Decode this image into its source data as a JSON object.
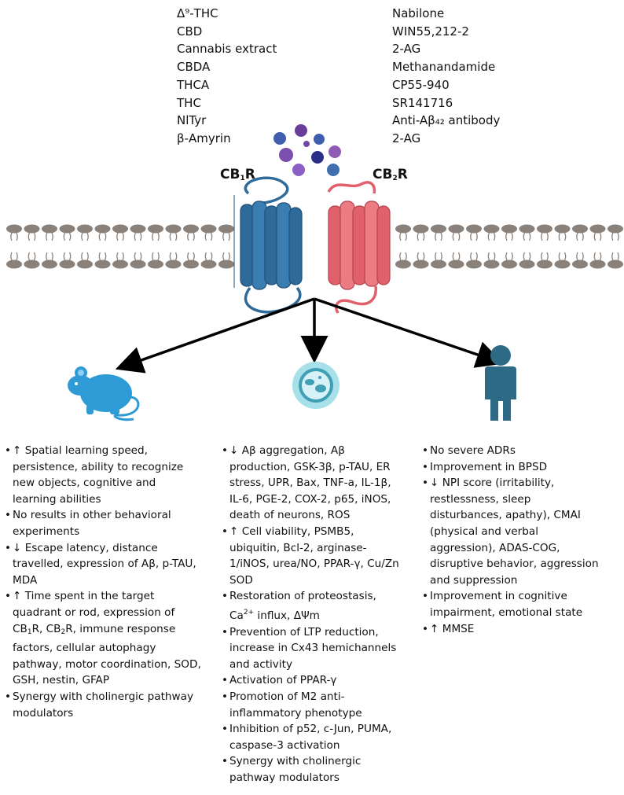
{
  "ligands_left": [
    "Δ⁹-THC",
    "CBD",
    "Cannabis extract",
    "CBDA",
    "THCA",
    "THC",
    "NlTyr",
    "β-Amyrin"
  ],
  "ligands_right": [
    "Nabilone",
    "WIN55,212-2",
    "2-AG",
    "Methanandamide",
    "CP55-940",
    "SR141716",
    "Anti-Aβ₄₂ antibody",
    "2-AG"
  ],
  "receptors": {
    "cb1": {
      "base": "CB",
      "sub": "1",
      "tail": "R"
    },
    "cb2": {
      "base": "CB",
      "sub": "2",
      "tail": "R"
    }
  },
  "colors": {
    "cb1": "#2f6b9a",
    "cb2": "#e0606b",
    "membrane": "#8a817a",
    "mouse": "#2e9bd6",
    "cell": "#88d6e6",
    "human": "#2c6a85"
  },
  "icons": [
    "mouse-icon",
    "cell-icon",
    "person-icon"
  ],
  "columns": {
    "animal": [
      [
        "↑ Spatial learning speed, persistence, ability to recognize new objects, cognitive and learning abilities"
      ],
      [
        "No results in other behavioral experiments"
      ],
      [
        "↓ Escape latency, distance travelled, expression of Aβ, p-TAU, MDA"
      ],
      [
        "↑ Time spent in the target quadrant or rod, expression of CB",
        {
          "sub": "1"
        },
        "R, CB",
        {
          "sub": "2"
        },
        "R, immune response factors, cellular autophagy pathway, motor coordination, SOD, GSH, nestin, GFAP"
      ],
      [
        "Synergy with cholinergic pathway modulators"
      ]
    ],
    "cell": [
      [
        "↓ Aβ aggregation, Aβ production, GSK-3β, p-TAU, ER stress, UPR, Bax, TNF-a, IL-1β, IL-6, PGE-2, COX-2, p65, iNOS, death of neurons, ROS"
      ],
      [
        "↑ Cell viability, PSMB5, ubiquitin, Bcl-2, arginase-1/iNOS, urea/NO, PPAR-γ, Cu/Zn SOD"
      ],
      [
        "Restoration of proteostasis, Ca",
        {
          "sup": "2+"
        },
        " influx, ΔΨm"
      ],
      [
        "Prevention of LTP reduction, increase in Cx43 hemichannels and activity"
      ],
      [
        "Activation of PPAR-γ"
      ],
      [
        "Promotion of M2 anti-inflammatory phenotype"
      ],
      [
        "Inhibition of p52, c-Jun, PUMA, caspase-3 activation"
      ],
      [
        "Synergy with cholinergic pathway modulators"
      ]
    ],
    "human": [
      [
        "No severe ADRs"
      ],
      [
        "Improvement in BPSD"
      ],
      [
        "↓ NPI score (irritability, restlessness, sleep disturbances, apathy), CMAI (physical and verbal aggression), ADAS-COG, disruptive behavior, aggression and suppression"
      ],
      [
        "Improvement in cognitive impairment, emotional state"
      ],
      [
        "↑ MMSE"
      ]
    ]
  }
}
